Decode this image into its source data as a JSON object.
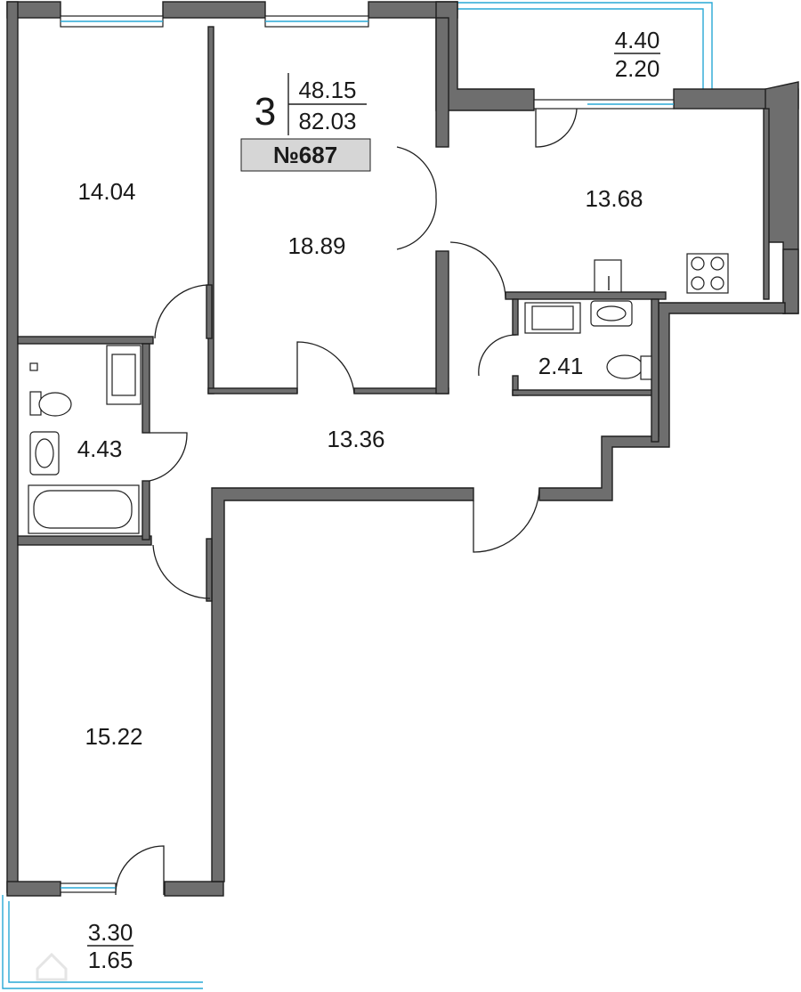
{
  "apartment": {
    "rooms_count": "3",
    "living_area": "48.15",
    "total_area": "82.03",
    "number": "№687"
  },
  "rooms": {
    "bedroom_top_left": "14.04",
    "living_room": "18.89",
    "kitchen": "13.68",
    "toilet": "2.41",
    "bathroom": "4.43",
    "hallway": "13.36",
    "bedroom_bottom": "15.22"
  },
  "balconies": {
    "top_total": "4.40",
    "top_reduced": "2.20",
    "bottom_total": "3.30",
    "bottom_reduced": "1.65"
  },
  "colors": {
    "wall": "#6e6e6e",
    "window_glass": "#29a8d6",
    "number_badge": "#d6d6d6"
  }
}
